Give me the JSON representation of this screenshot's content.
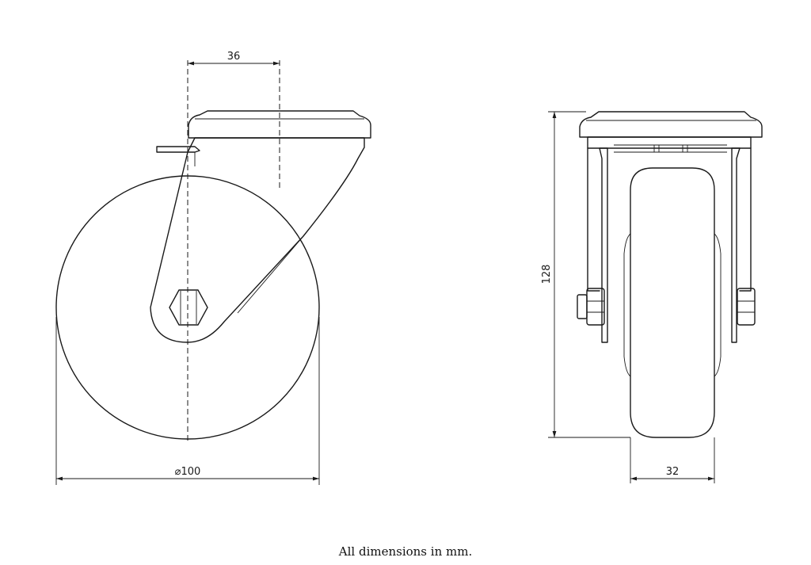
{
  "dimensions": {
    "offset": "36",
    "wheel_diameter": "⌀100",
    "overall_height": "128",
    "tread_width": "32"
  },
  "caption": "All dimensions in mm."
}
